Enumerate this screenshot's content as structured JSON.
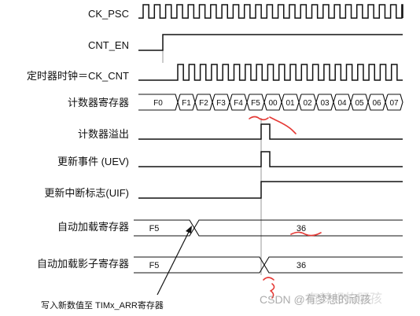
{
  "signals": {
    "ck_psc": "CK_PSC",
    "cnt_en": "CNT_EN",
    "ck_cnt": "定时器时钟＝CK_CNT",
    "counter_reg": "计数器寄存器",
    "overflow": "计数器溢出",
    "uev": "更新事件 (UEV)",
    "uif": "更新中断标志(UIF)",
    "arr": "自动加载寄存器",
    "arr_shadow": "自动加载影子寄存器"
  },
  "counter_values": [
    "F0",
    "F1",
    "F2",
    "F3",
    "F4",
    "F5",
    "00",
    "01",
    "02",
    "03",
    "04",
    "05",
    "06",
    "07"
  ],
  "arr_values": {
    "before": "F5",
    "after": "36"
  },
  "arr_shadow_values": {
    "before": "F5",
    "after": "36"
  },
  "note": "写入新数值至 TIMx_ARR寄存器",
  "watermark": "CSDN @有梦想的顽孩",
  "watermark_back": "有梦想的顽孩",
  "colors": {
    "line": "#111111",
    "annotation": "#e53935",
    "guide": "#9a9a9a"
  }
}
